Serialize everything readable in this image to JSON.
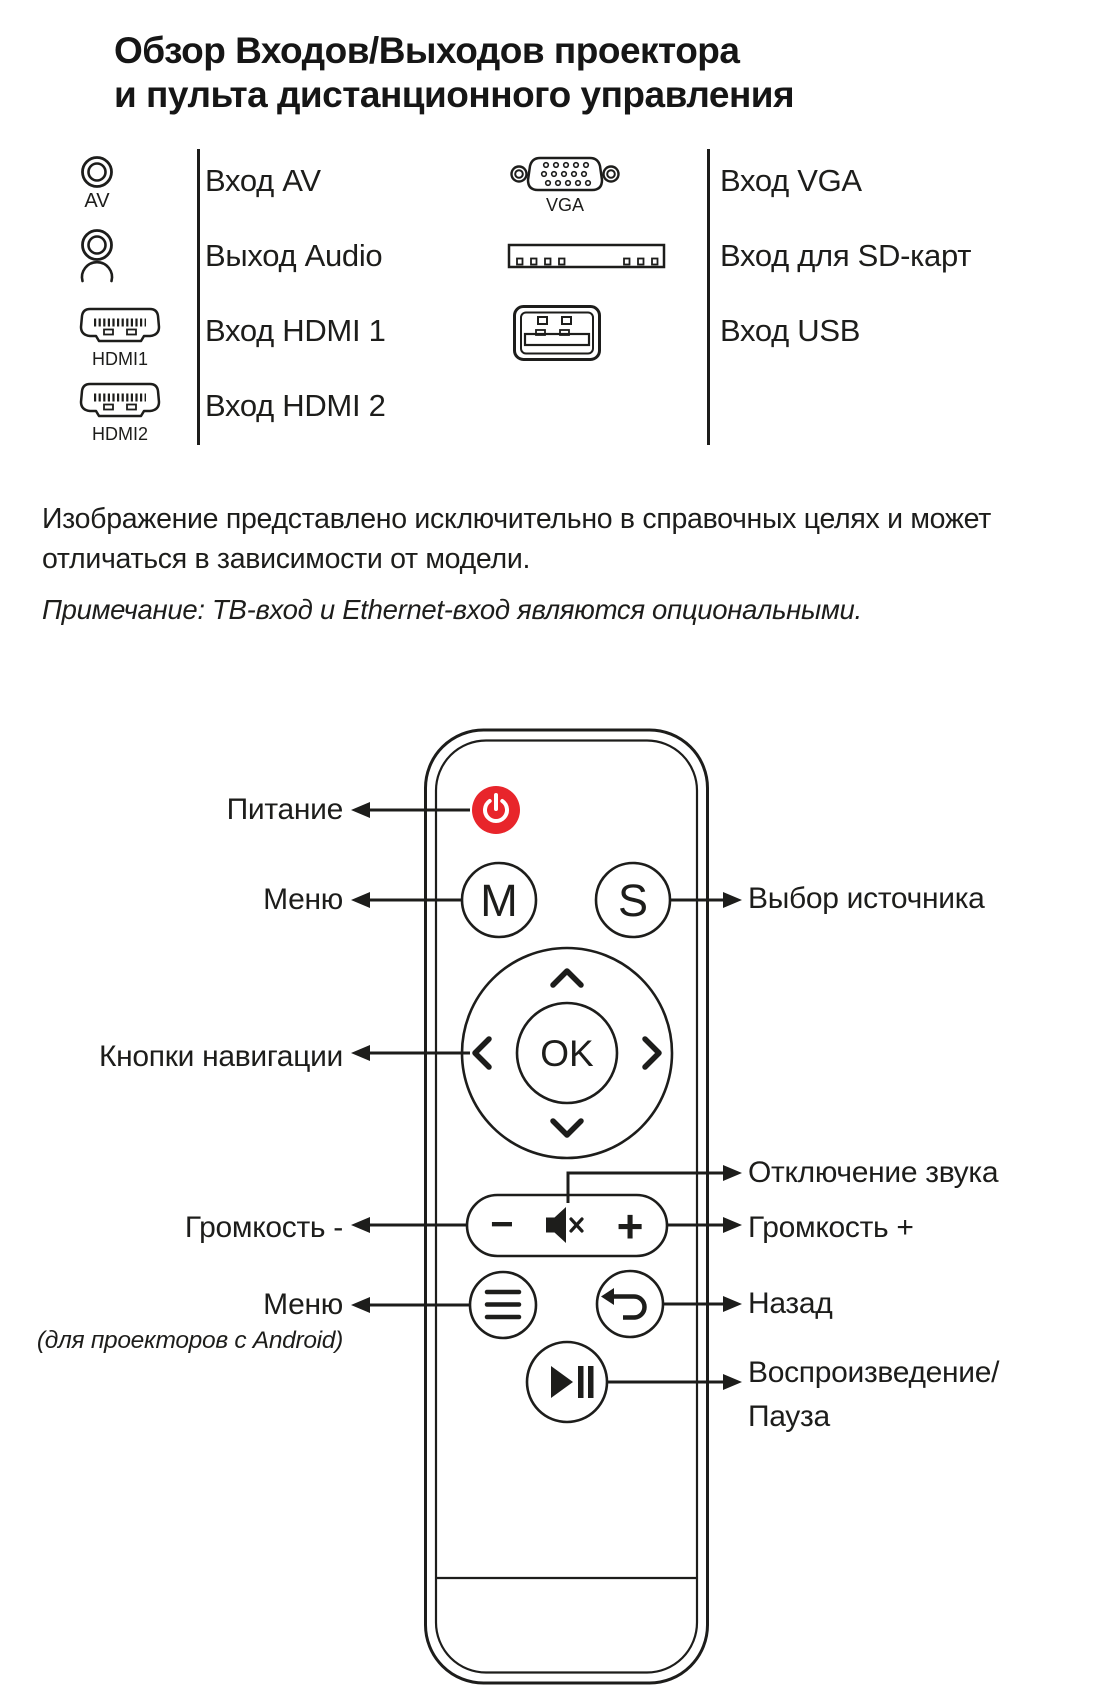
{
  "page": {
    "title": "Обзор Входов/Выходов проектора\nи пульта дистанционного управления"
  },
  "connectors": {
    "left": [
      {
        "label": "Вход AV",
        "icon_caption": "AV"
      },
      {
        "label": "Выход Audio",
        "icon_caption": ""
      },
      {
        "label": "Вход HDMI 1",
        "icon_caption": "HDMI1"
      },
      {
        "label": "Вход HDMI 2",
        "icon_caption": "HDMI2"
      }
    ],
    "right": [
      {
        "label": "Вход VGA",
        "icon_caption": "VGA"
      },
      {
        "label": "Вход для SD-карт",
        "icon_caption": ""
      },
      {
        "label": "Вход USB",
        "icon_caption": ""
      }
    ]
  },
  "disclaimer": "Изображение представлено исключительно в справочных целях и может\nотличаться в зависимости от модели.",
  "note": "Примечание: ТВ-вход и Ethernet-вход являются опциональными.",
  "remote": {
    "button_labels": {
      "menu": "M",
      "source": "S",
      "ok": "OK",
      "volume_minus": "−",
      "volume_plus": "+"
    },
    "left_labels": {
      "power": "Питание",
      "menu": "Меню",
      "navigation": "Кнопки навигации",
      "volume_down": "Громкость -",
      "menu_android": "Меню",
      "menu_android_note": "(для проекторов с Android)"
    },
    "right_labels": {
      "source": "Выбор источника",
      "mute": "Отключение звука",
      "volume_up": "Громкость +",
      "back": "Назад",
      "play_pause": "Воспроизведение/\nПауза"
    }
  },
  "colors": {
    "ink": "#1d1d1b",
    "power_red": "#e8252b"
  }
}
